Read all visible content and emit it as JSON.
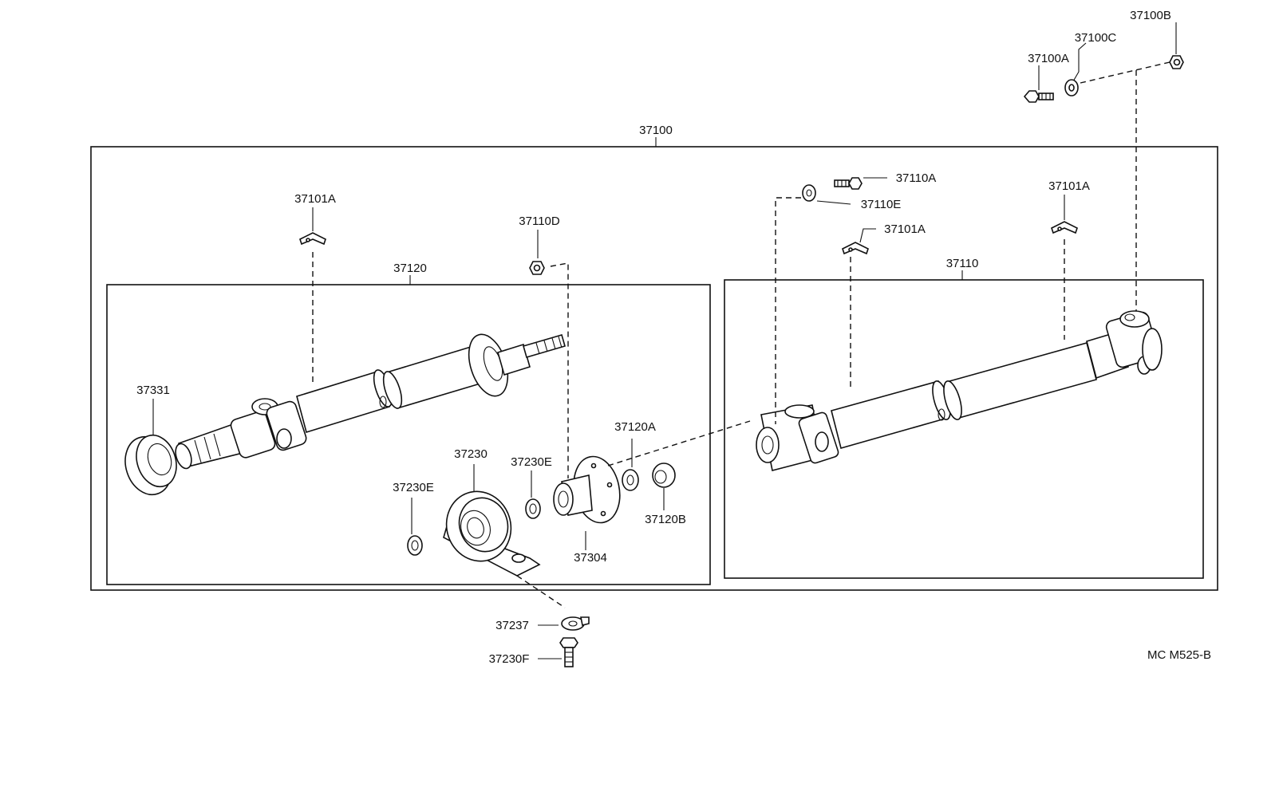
{
  "diagram_code": "MC M525-B",
  "labels": {
    "l37100": "37100",
    "l37100A": "37100A",
    "l37100B": "37100B",
    "l37100C": "37100C",
    "l37101A_left": "37101A",
    "l37101A_mid": "37101A",
    "l37101A_right": "37101A",
    "l37110": "37110",
    "l37110A": "37110A",
    "l37110D": "37110D",
    "l37110E": "37110E",
    "l37120": "37120",
    "l37120A": "37120A",
    "l37120B": "37120B",
    "l37230": "37230",
    "l37230E_left": "37230E",
    "l37230E_right": "37230E",
    "l37230F": "37230F",
    "l37237": "37237",
    "l37304": "37304",
    "l37331": "37331"
  }
}
